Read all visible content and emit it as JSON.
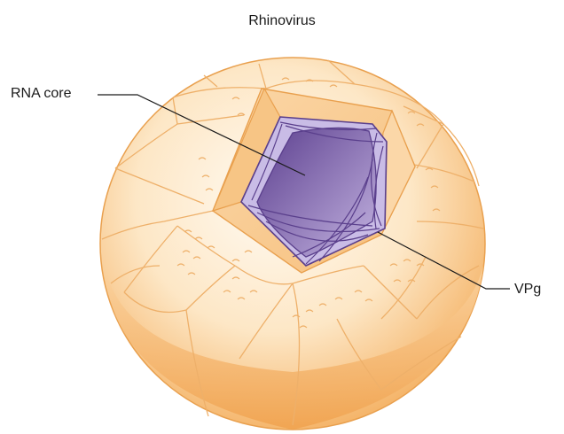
{
  "title": "Rhinovirus",
  "labels": {
    "rna_core": "RNA core",
    "vpg": "VPg"
  },
  "colors": {
    "capsid_light": "#fdf0dc",
    "capsid_mid": "#f9c98a",
    "capsid_dark": "#f2a95a",
    "capsid_outline": "#e9a04e",
    "rna_light": "#b9a8d8",
    "rna_dark": "#6b4d9b",
    "rna_outline": "#5a3f8c",
    "leader_line": "#1a1a1a"
  }
}
